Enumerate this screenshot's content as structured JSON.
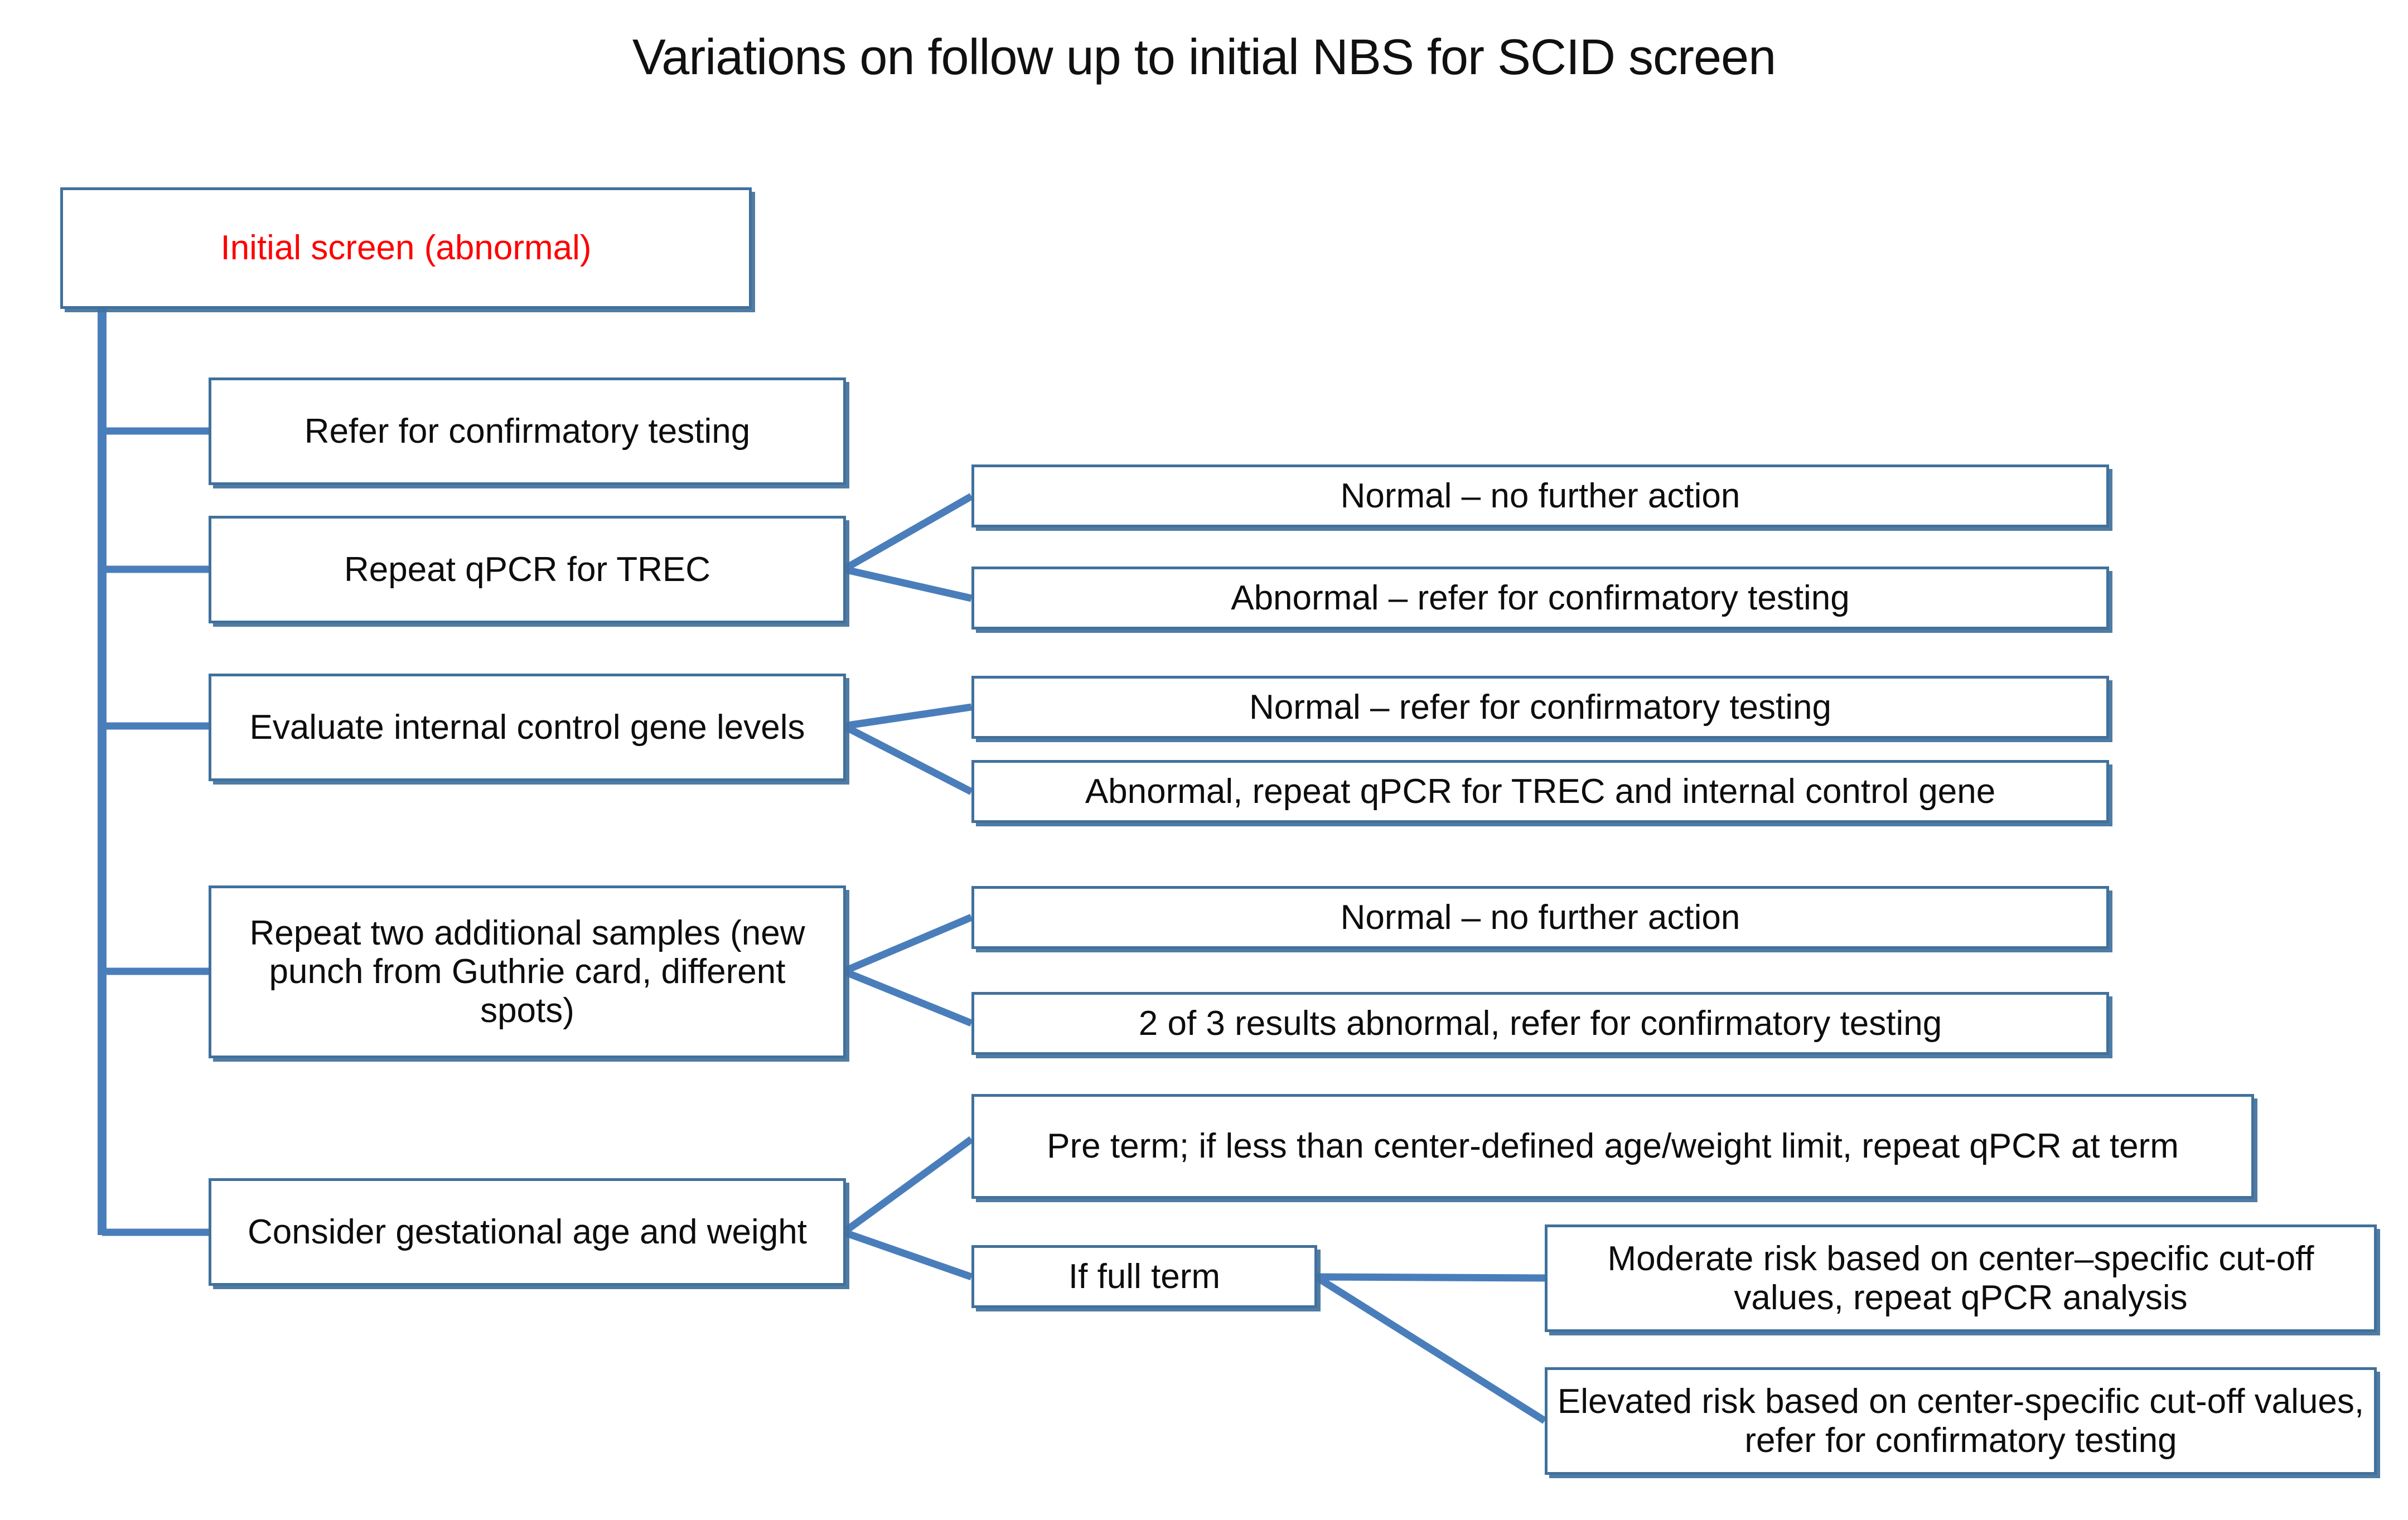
{
  "title": "Variations on follow up to initial NBS for SCID screen",
  "theme": {
    "box_border": "#41719c",
    "connector": "#4a7ebb",
    "root_text": "#ff0000",
    "body_text": "#0d0d0d",
    "background": "#ffffff"
  },
  "chart_data": {
    "type": "diagram",
    "title": "Variations on follow up to initial NBS for SCID screen",
    "root": "Initial screen (abnormal)",
    "branches": [
      {
        "label": "Refer for confirmatory testing",
        "children": []
      },
      {
        "label": "Repeat qPCR for TREC",
        "children": [
          "Normal – no further action",
          "Abnormal – refer for confirmatory testing"
        ]
      },
      {
        "label": "Evaluate internal control gene levels",
        "children": [
          "Normal – refer for confirmatory testing",
          "Abnormal, repeat qPCR for TREC and internal control gene"
        ]
      },
      {
        "label": "Repeat two additional samples (new punch from Guthrie card, different spots)",
        "children": [
          "Normal – no further action",
          "2 of 3 results abnormal, refer for confirmatory testing"
        ]
      },
      {
        "label": "Consider gestational age and weight",
        "children": [
          "Pre term; if less than center-defined age/weight limit, repeat qPCR at term",
          "If full term"
        ],
        "grandchildren_of": "If full term",
        "grandchildren": [
          "Moderate risk based on center–specific cut-off values, repeat qPCR analysis",
          "Elevated risk based on center-specific cut-off values, refer for confirmatory testing"
        ]
      }
    ]
  },
  "nodes": {
    "root": "Initial screen (abnormal)",
    "refer_confirmatory": "Refer for confirmatory testing",
    "repeat_qpcr_trec": "Repeat qPCR for TREC",
    "repeat_qpcr_normal": "Normal – no further action",
    "repeat_qpcr_abnormal": "Abnormal – refer for confirmatory testing",
    "evaluate_icg": "Evaluate internal control gene levels",
    "evaluate_icg_normal": "Normal – refer for confirmatory testing",
    "evaluate_icg_abnormal": "Abnormal, repeat qPCR for TREC and internal control gene",
    "repeat_two_samples": "Repeat two additional samples (new punch from Guthrie card, different spots)",
    "repeat_two_normal": "Normal – no further action",
    "repeat_two_abnormal": "2 of 3 results abnormal, refer for confirmatory testing",
    "gestational": "Consider gestational age and weight",
    "pre_term": "Pre term; if less than center-defined age/weight limit, repeat qPCR at term",
    "full_term": "If full term",
    "moderate_risk": "Moderate risk based on center–specific cut-off values, repeat qPCR analysis",
    "elevated_risk": "Elevated risk based on center-specific cut-off values, refer for confirmatory testing"
  }
}
